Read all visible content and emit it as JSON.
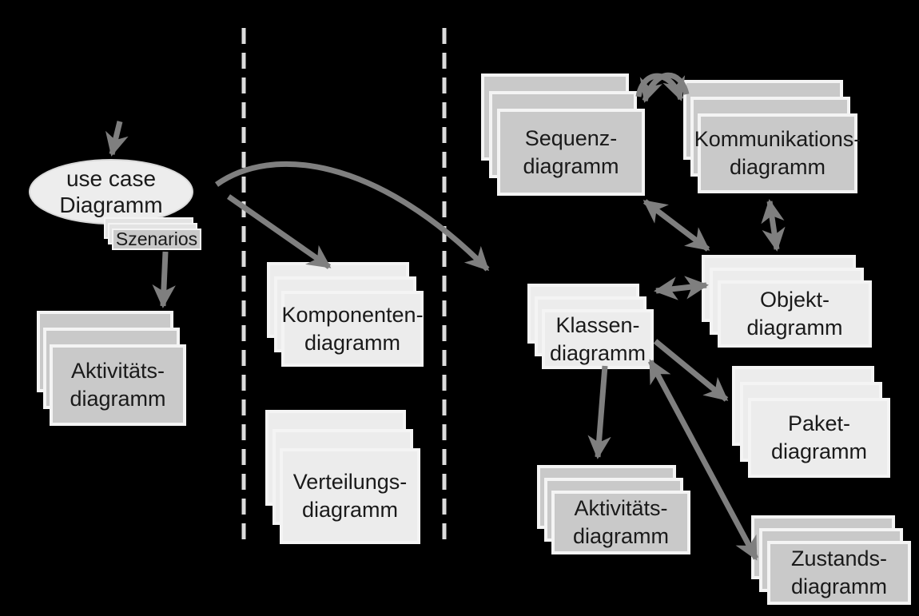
{
  "colors": {
    "background": "#000000",
    "card_dark": "#c9c9c9",
    "card_light": "#ececec",
    "card_border": "#f4f4f4",
    "arrow": "#7f7f7f",
    "dashed_line": "#dcdcdc",
    "text": "#1a1a1a",
    "ellipse_fill": "#ededed",
    "ellipse_border": "#d8d8d8"
  },
  "ellipse": {
    "line1": "use case",
    "line2": "Diagramm"
  },
  "szenarios": {
    "label": "Szenarios"
  },
  "stacks": {
    "aktivitaets_left": {
      "line1": "Aktivitäts-",
      "line2": "diagramm"
    },
    "komponenten": {
      "line1": "Komponenten-",
      "line2": "diagramm"
    },
    "verteilungs": {
      "line1": "Verteilungs-",
      "line2": "diagramm"
    },
    "sequenz": {
      "line1": "Sequenz-",
      "line2": "diagramm"
    },
    "kommunikations": {
      "line1": "Kommunikations-",
      "line2": "diagramm"
    },
    "klassen": {
      "line1": "Klassen-",
      "line2": "diagramm"
    },
    "objekt": {
      "line1": "Objekt-",
      "line2": "diagramm"
    },
    "paket": {
      "line1": "Paket-",
      "line2": "diagramm"
    },
    "aktivitaets_bottom": {
      "line1": "Aktivitäts-",
      "line2": "diagramm"
    },
    "zustands": {
      "line1": "Zustands-",
      "line2": "diagramm"
    }
  },
  "connections": [
    {
      "from": "start",
      "to": "use-case-diagramm",
      "type": "single-arrow"
    },
    {
      "from": "szenarios",
      "to": "aktivitaets_left",
      "type": "single-arrow"
    },
    {
      "from": "use-case-diagramm",
      "to": "komponenten",
      "type": "single-arrow"
    },
    {
      "from": "use-case-diagramm",
      "to": "klassen-section",
      "type": "single-arrow-curved"
    },
    {
      "from": "sequenz",
      "to": "kommunikations",
      "type": "swap-arrows"
    },
    {
      "from": "sequenz",
      "to": "objekt",
      "type": "double-arrow"
    },
    {
      "from": "kommunikations",
      "to": "objekt",
      "type": "double-arrow"
    },
    {
      "from": "klassen",
      "to": "objekt",
      "type": "double-arrow"
    },
    {
      "from": "klassen",
      "to": "aktivitaets_bottom",
      "type": "single-arrow"
    },
    {
      "from": "klassen",
      "to": "paket",
      "type": "single-arrow"
    },
    {
      "from": "klassen",
      "to": "zustands",
      "type": "double-arrow"
    }
  ]
}
